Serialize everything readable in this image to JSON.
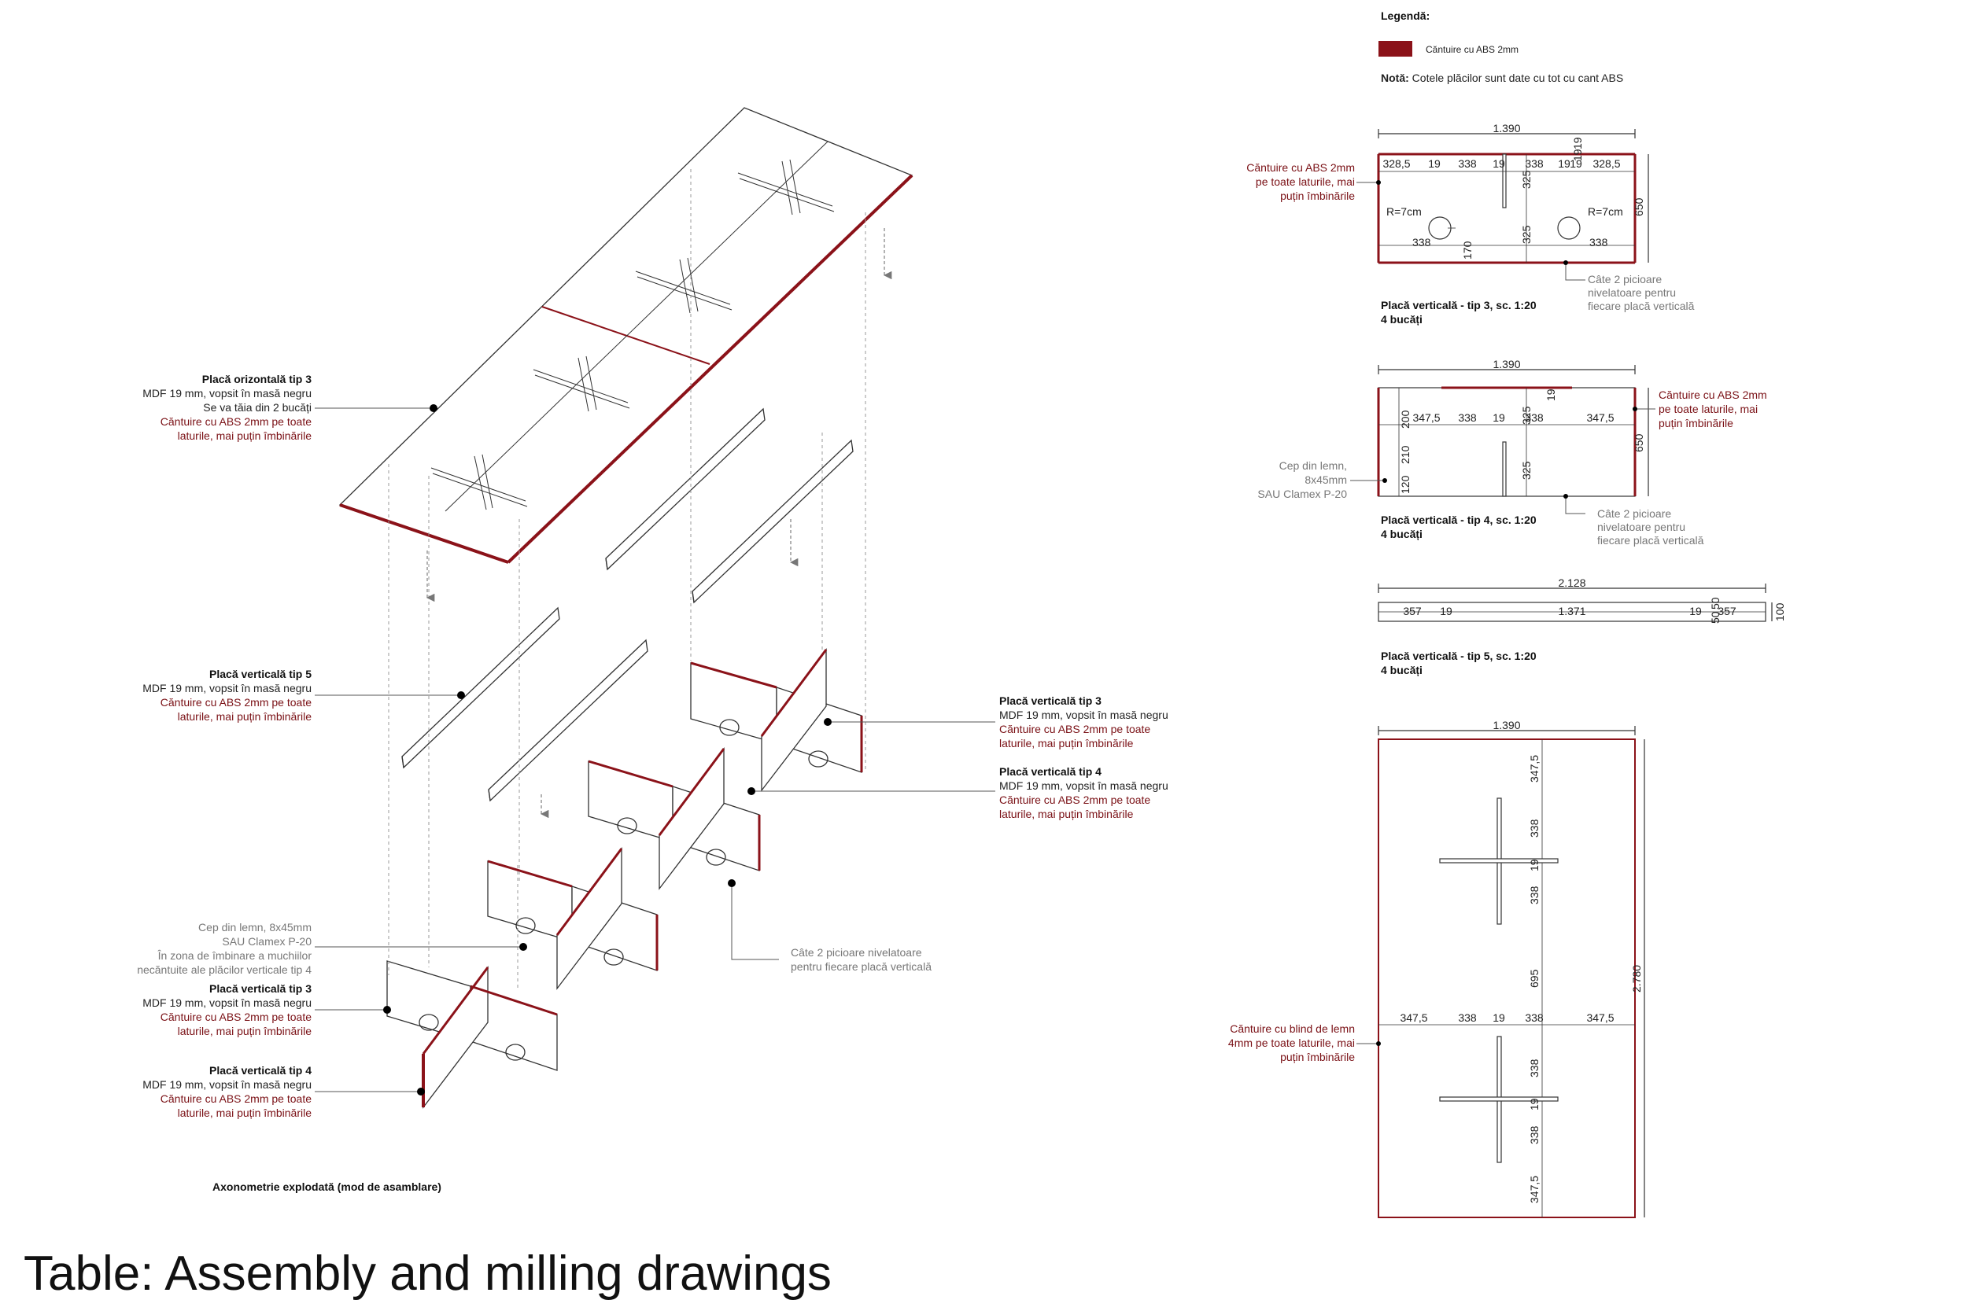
{
  "footer_title": "Table: Assembly and milling drawings",
  "colors": {
    "edge": "#8b1219",
    "line": "#333333",
    "leader": "#555555",
    "gray_text": "#777777",
    "red_text": "#7a1015"
  },
  "legend": {
    "title": "Legendă:",
    "item": "Căntuire cu ABS 2mm",
    "note_bold": "Notă:",
    "note_text": "Cotele plăcilor sunt date cu tot cu cant ABS"
  },
  "axon": {
    "caption": "Axonometrie explodată (mod de asamblare)",
    "h3": {
      "title": "Placă orizontală tip 3",
      "l1": "MDF 19 mm, vopsit în masă negru",
      "l2": "Se va tăia din 2 bucăți",
      "r1": "Căntuire cu ABS 2mm pe toate",
      "r2": "laturile, mai puțin îmbinările"
    },
    "v5": {
      "title": "Placă verticală tip 5",
      "l1": "MDF 19 mm, vopsit în masă negru",
      "r1": "Căntuire cu ABS 2mm pe toate",
      "r2": "laturile, mai puțin îmbinările"
    },
    "v3r": {
      "title": "Placă verticală tip 3",
      "l1": "MDF 19 mm, vopsit în masă negru",
      "r1": "Căntuire cu ABS 2mm pe toate",
      "r2": "laturile, mai puțin îmbinările"
    },
    "v4r": {
      "title": "Placă verticală tip 4",
      "l1": "MDF 19 mm, vopsit în masă negru",
      "r1": "Căntuire cu ABS 2mm pe toate",
      "r2": "laturile, mai puțin îmbinările"
    },
    "cep": {
      "g1": "Cep din lemn, 8x45mm",
      "g2": "SAU Clamex P-20",
      "g3": "În zona de îmbinare a muchiilor",
      "g4": "necăntuite ale plăcilor verticale tip 4"
    },
    "v3l": {
      "title": "Placă verticală tip 3",
      "l1": "MDF 19 mm, vopsit în masă negru",
      "r1": "Căntuire cu ABS 2mm pe toate",
      "r2": "laturile, mai puțin îmbinările"
    },
    "v4l": {
      "title": "Placă verticală tip 4",
      "l1": "MDF 19 mm, vopsit în masă negru",
      "r1": "Căntuire cu ABS 2mm pe toate",
      "r2": "laturile, mai puțin îmbinările"
    },
    "legs": {
      "g1": "Câte 2 picioare nivelatoare",
      "g2": "pentru fiecare placă verticală"
    }
  },
  "d3": {
    "total": "1.390",
    "top_dims": [
      "328,5",
      "19",
      "338",
      "19",
      "338",
      "19",
      "19",
      "328,5"
    ],
    "top_19a": "19",
    "top_19b": "19",
    "d325a": "325",
    "d325b": "325",
    "d650": "650",
    "r_left": "R=7cm",
    "r_right": "R=7cm",
    "d338l": "338",
    "d338r": "338",
    "d170": "170",
    "note_r1": "Căntuire cu ABS 2mm",
    "note_r2": "pe toate laturile, mai",
    "note_r3": "puțin îmbinările",
    "legs1": "Câte 2 picioare",
    "legs2": "nivelatoare pentru",
    "legs3": "fiecare placă verticală",
    "title": "Placă verticală - tip 3, sc. 1:20",
    "qty": "4 bucăți"
  },
  "d4": {
    "total": "1.390",
    "dims": [
      "347,5",
      "338",
      "19",
      "338",
      "347,5"
    ],
    "d19top": "19",
    "d325a": "325",
    "d325b": "325",
    "d650": "650",
    "v200": "200",
    "v210": "210",
    "v120": "120",
    "note_r1": "Căntuire cu ABS 2mm",
    "note_r2": "pe toate laturile, mai",
    "note_r3": "puțin îmbinările",
    "cep1": "Cep din lemn,",
    "cep2": "8x45mm",
    "cep3": "SAU Clamex P-20",
    "legs1": "Câte 2 picioare",
    "legs2": "nivelatoare pentru",
    "legs3": "fiecare placă verticală",
    "title": "Placă verticală - tip 4, sc. 1:20",
    "qty": "4 bucăți"
  },
  "d5": {
    "total": "2.128",
    "dims": [
      "357",
      "19",
      "1.371",
      "19",
      "357"
    ],
    "d50a": "50",
    "d50b": "50",
    "d100": "100",
    "title": "Placă verticală - tip 5, sc. 1:20",
    "qty": "4 bucăți"
  },
  "dh": {
    "total": "1.390",
    "v3475a": "347,5",
    "v338a": "338",
    "v19a": "19",
    "v338b": "338",
    "v695": "695",
    "v338c": "338",
    "v19b": "19",
    "v338d": "338",
    "v3475b": "347,5",
    "h3475a": "347,5",
    "h338a": "338",
    "h19": "19",
    "h338b": "338",
    "h3475b": "347,5",
    "d2780": "2.780",
    "note1": "Căntuire cu blind de lemn",
    "note2": "4mm pe toate laturile, mai",
    "note3": "puțin îmbinările"
  }
}
